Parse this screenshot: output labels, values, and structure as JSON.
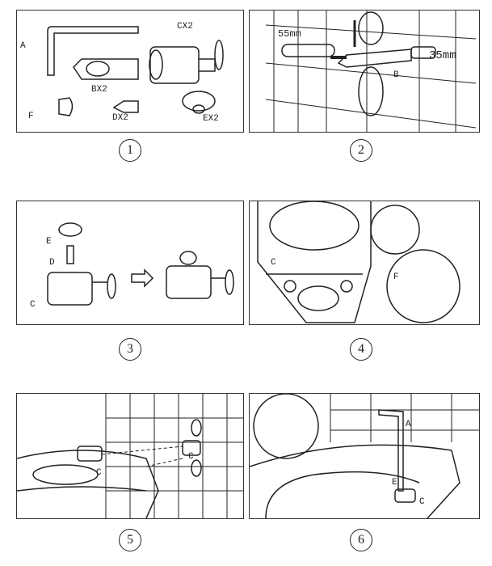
{
  "steps": [
    {
      "number": "1",
      "labels": {
        "a": "A",
        "b": "BX2",
        "c": "CX2",
        "d": "DX2",
        "e": "EX2",
        "f": "F"
      }
    },
    {
      "number": "2",
      "labels": {
        "len1": "55mm",
        "len2": "35mm",
        "b": "B"
      }
    },
    {
      "number": "3",
      "labels": {
        "e": "E",
        "d": "D",
        "c": "C"
      }
    },
    {
      "number": "4",
      "labels": {
        "c": "C",
        "f": "F"
      }
    },
    {
      "number": "5",
      "labels": {
        "c1": "C",
        "c2": "C"
      }
    },
    {
      "number": "6",
      "labels": {
        "a": "A",
        "e": "E",
        "c": "C"
      }
    }
  ]
}
